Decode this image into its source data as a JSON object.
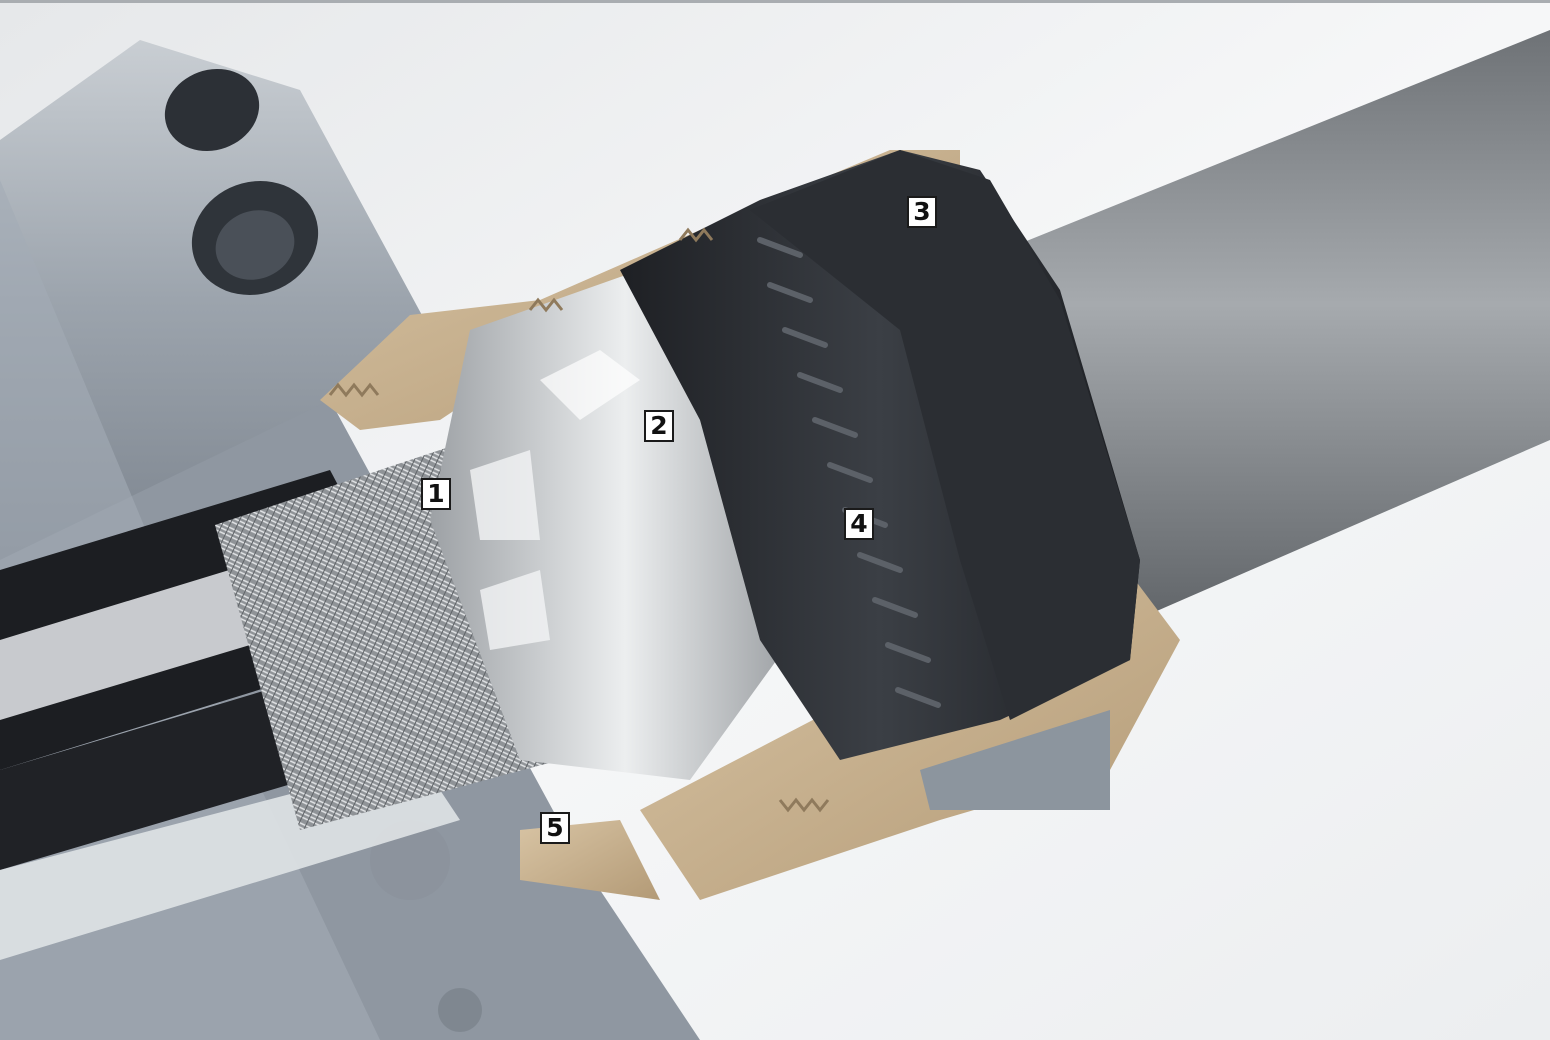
{
  "image": {
    "subject": "cable-gland-cutaway",
    "colors": {
      "background": "#eef0f1",
      "housing": "#9ea5ad",
      "brass": "#c8b08e",
      "seal": "#2a2d31",
      "cable_jacket": "#8b8f93",
      "braid": "#b9bdc1",
      "cone": "#d8dadc"
    }
  },
  "callouts": [
    {
      "label": "1"
    },
    {
      "label": "2"
    },
    {
      "label": "3"
    },
    {
      "label": "4"
    },
    {
      "label": "5"
    }
  ]
}
